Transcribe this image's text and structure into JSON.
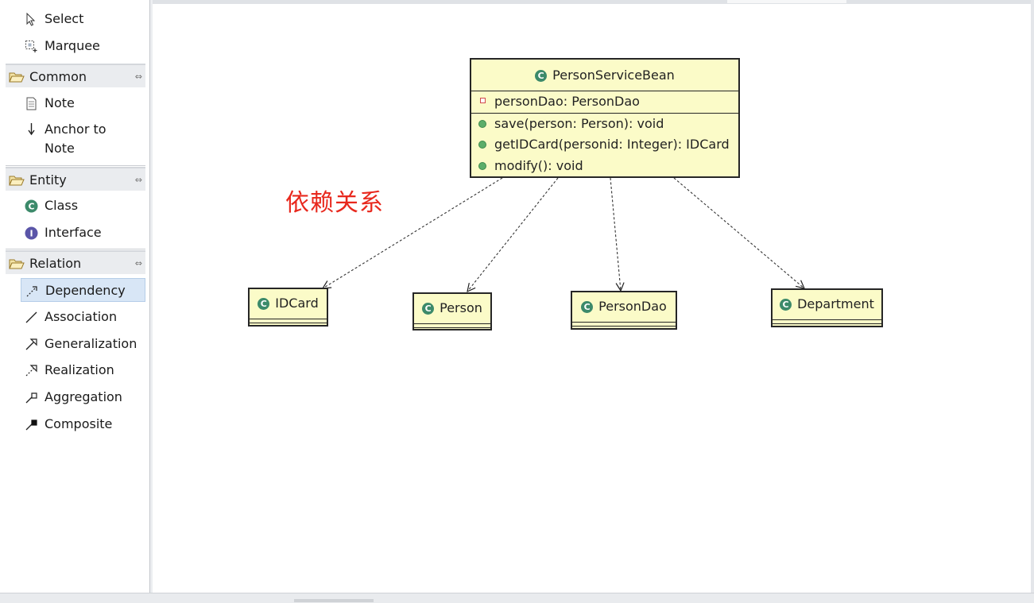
{
  "palette": {
    "tools": [
      {
        "label": "Select",
        "icon": "pointer-arrow-icon"
      },
      {
        "label": "Marquee",
        "icon": "marquee-icon"
      }
    ],
    "drawers": {
      "common": {
        "label": "Common",
        "items": [
          {
            "label": "Note",
            "icon": "note-icon"
          },
          {
            "label": "Anchor to Note",
            "line1": "Anchor to",
            "line2": "Note",
            "icon": "anchor-arrow-icon"
          }
        ]
      },
      "entity": {
        "label": "Entity",
        "items": [
          {
            "label": "Class",
            "icon": "class-icon",
            "glyph": "C"
          },
          {
            "label": "Interface",
            "icon": "interface-icon",
            "glyph": "I"
          }
        ]
      },
      "relation": {
        "label": "Relation",
        "selected": "Dependency",
        "items": [
          {
            "label": "Dependency",
            "icon": "dependency-icon"
          },
          {
            "label": "Association",
            "icon": "association-icon"
          },
          {
            "label": "Generalization",
            "icon": "generalization-icon"
          },
          {
            "label": "Realization",
            "icon": "realization-icon"
          },
          {
            "label": "Aggregation",
            "icon": "aggregation-icon"
          },
          {
            "label": "Composite",
            "icon": "composite-icon"
          }
        ]
      }
    },
    "collapse_glyph": "⇔"
  },
  "diagram": {
    "annotation": "依赖关系",
    "class_glyph": "C",
    "main_class": {
      "name": "PersonServiceBean",
      "fields": [
        "personDao: PersonDao"
      ],
      "methods": [
        "save(person: Person): void",
        "getIDCard(personid: Integer): IDCard",
        "modify(): void"
      ]
    },
    "classes": [
      {
        "name": "IDCard"
      },
      {
        "name": "Person"
      },
      {
        "name": "PersonDao"
      },
      {
        "name": "Department"
      }
    ],
    "relation_type": "dependency"
  },
  "colors": {
    "class_fill": "#fbfbc8",
    "class_icon": "#3c8a6a",
    "annotation": "#e8281d",
    "selected_tool": "#d8e6f6"
  }
}
